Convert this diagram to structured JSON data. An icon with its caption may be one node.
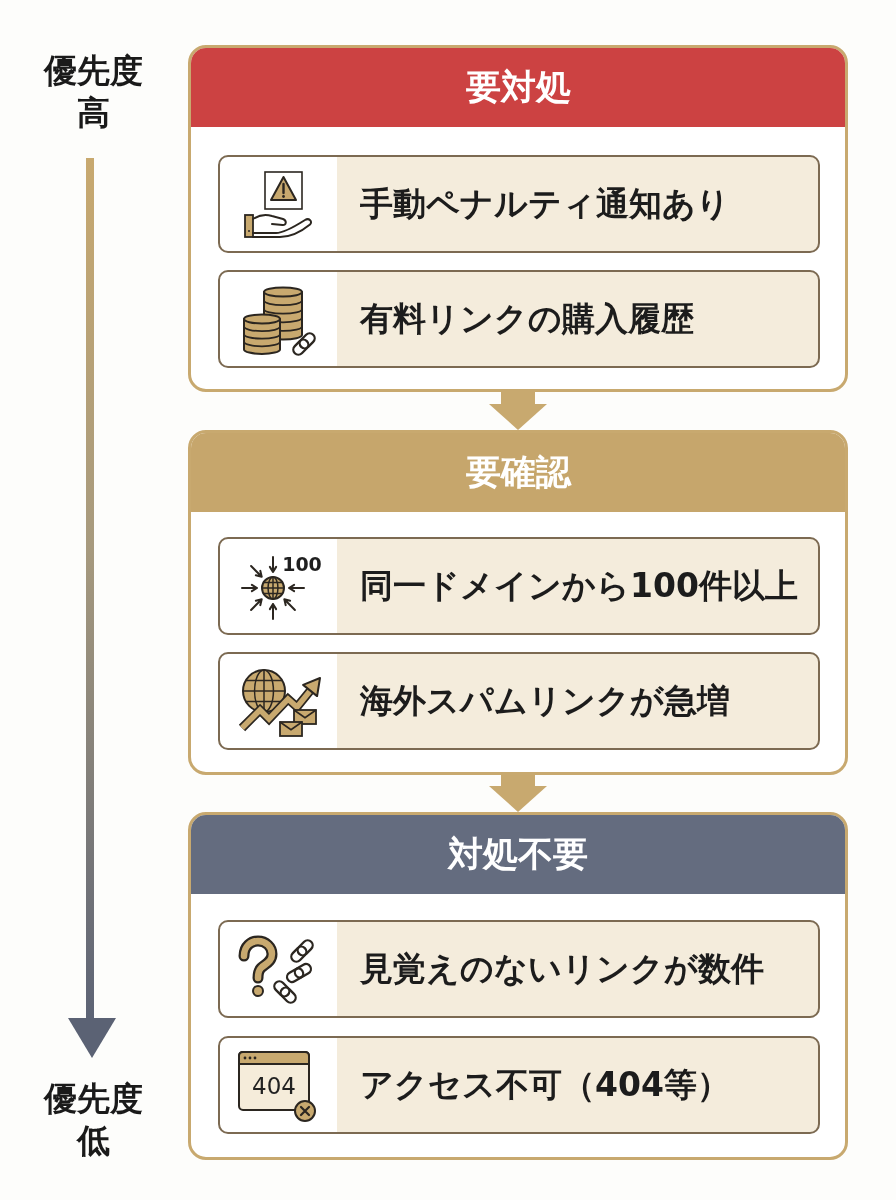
{
  "diagram": {
    "nodes": [
      {
        "text": [
          "要対処"
        ]
      },
      {
        "text": [
          "手動ペナルティ通知あり"
        ],
        "in": 0
      },
      {
        "text": [
          "有料リンクの購入履歴"
        ],
        "in": 0
      },
      {
        "text": [
          "要確認"
        ]
      },
      {
        "text": [
          "同一ドメインから100件以上"
        ],
        "in": 3
      },
      {
        "text": [
          "海外スパムリンクが急増"
        ],
        "in": 3
      },
      {
        "text": [
          "対処不要"
        ]
      },
      {
        "text": [
          "見覚えのないリンクが数件"
        ],
        "in": 6
      },
      {
        "text": [
          "アクセス不可（404等）"
        ],
        "in": 6
      }
    ],
    "edges": [
      {
        "from": 0,
        "to": 3,
        "arrow": "to"
      },
      {
        "from": 3,
        "to": 6,
        "arrow": "to"
      }
    ],
    "labels": [
      "優先度高",
      "100",
      "404",
      "優先度低"
    ]
  }
}
